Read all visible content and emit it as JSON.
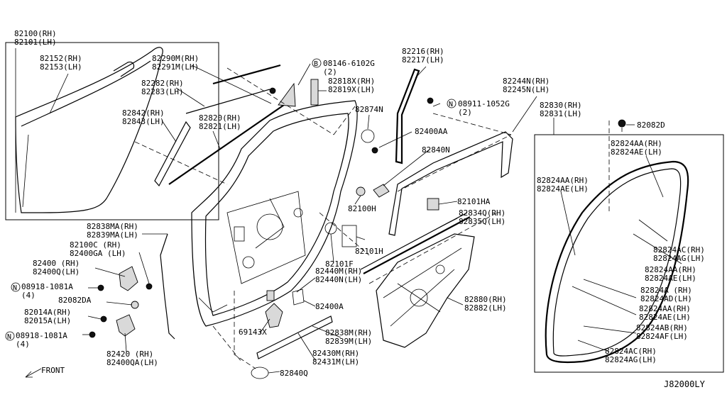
{
  "diagram_code": "J82000LY",
  "front_label": "FRONT",
  "labels": [
    {
      "id": "door-panel",
      "lines": [
        "82100(RH)",
        "82101(LH)"
      ]
    },
    {
      "id": "door-trim",
      "lines": [
        "82152(RH)",
        "82153(LH)"
      ]
    },
    {
      "id": "outer-moulding",
      "lines": [
        "82290M(RH)",
        "82291M(LH)"
      ]
    },
    {
      "id": "bolt-08146",
      "lines": [
        "08146-6102G",
        "(2)"
      ]
    },
    {
      "id": "sash-cover",
      "lines": [
        "82818X(RH)",
        "82819X(LH)"
      ]
    },
    {
      "id": "weatherstrip-outer",
      "lines": [
        "82282(RH)",
        "82283(LH)"
      ]
    },
    {
      "id": "corner-seal",
      "lines": [
        "82842(RH)",
        "82843(LH)"
      ]
    },
    {
      "id": "glass-run-lower",
      "lines": [
        "82820(RH)",
        "82821(LH)"
      ]
    },
    {
      "id": "grommet-82874n",
      "lines": [
        "82874N"
      ]
    },
    {
      "id": "sash-rear",
      "lines": [
        "82216(RH)",
        "82217(LH)"
      ]
    },
    {
      "id": "nut-08911",
      "lines": [
        "08911-1052G",
        "(2)"
      ]
    },
    {
      "id": "clip-82400aa",
      "lines": [
        "82400AA"
      ]
    },
    {
      "id": "pad-82840n",
      "lines": [
        "82840N"
      ]
    },
    {
      "id": "glass-run",
      "lines": [
        "82244N(RH)",
        "82245N(LH)"
      ]
    },
    {
      "id": "door-weatherstrip",
      "lines": [
        "82830(RH)",
        "82831(LH)"
      ]
    },
    {
      "id": "clip-82082d",
      "lines": [
        "82082D"
      ]
    },
    {
      "id": "ws-clip-1",
      "lines": [
        "82824AA(RH)",
        "82824AE(LH)"
      ]
    },
    {
      "id": "ws-clip-2",
      "lines": [
        "82824AA(RH)",
        "82824AE(LH)"
      ]
    },
    {
      "id": "label-82101ha",
      "lines": [
        "82101HA"
      ]
    },
    {
      "id": "plug-82100h",
      "lines": [
        "82100H"
      ]
    },
    {
      "id": "seal-82834q",
      "lines": [
        "82834Q(RH)",
        "82835Q(LH)"
      ]
    },
    {
      "id": "ws-clip-3",
      "lines": [
        "82824AC(RH)",
        "82824AG(LH)"
      ]
    },
    {
      "id": "ws-clip-4",
      "lines": [
        "82824AA(RH)",
        "82824AE(LH)"
      ]
    },
    {
      "id": "check-link",
      "lines": [
        "82838MA(RH)",
        "82839MA(LH)"
      ]
    },
    {
      "id": "cover-82101h",
      "lines": [
        "82101H"
      ]
    },
    {
      "id": "plug-82101f",
      "lines": [
        "82101F"
      ]
    },
    {
      "id": "hinge-upper-a",
      "lines": [
        "82100C (RH)",
        "82400GA (LH)"
      ]
    },
    {
      "id": "hinge-upper-b",
      "lines": [
        "82400 (RH)",
        "82400Q(LH)"
      ]
    },
    {
      "id": "lock-rod",
      "lines": [
        "82440M(RH)",
        "82440N(LH)"
      ]
    },
    {
      "id": "bolt-08918-a",
      "lines": [
        "08918-1081A",
        "(4)"
      ]
    },
    {
      "id": "ws-clip-5",
      "lines": [
        "82824A (RH)",
        "82824AD(LH)"
      ]
    },
    {
      "id": "regulator",
      "lines": [
        "82880(RH)",
        "82882(LH)"
      ]
    },
    {
      "id": "striker-82082da",
      "lines": [
        "82082DA"
      ]
    },
    {
      "id": "clip-82400a",
      "lines": [
        "82400A"
      ]
    },
    {
      "id": "ws-clip-6",
      "lines": [
        "82824AA(RH)",
        "82824AE(LH)"
      ]
    },
    {
      "id": "hinge-lower-a",
      "lines": [
        "82014A(RH)",
        "82015A(LH)"
      ]
    },
    {
      "id": "bolt-69143x",
      "lines": [
        "69143X"
      ]
    },
    {
      "id": "inner-trim-strip",
      "lines": [
        "82838M(RH)",
        "82839M(LH)"
      ]
    },
    {
      "id": "ws-clip-7",
      "lines": [
        "82824AB(RH)",
        "82824AF(LH)"
      ]
    },
    {
      "id": "bolt-08918-b",
      "lines": [
        "08918-1081A",
        "(4)"
      ]
    },
    {
      "id": "lower-seal",
      "lines": [
        "82430M(RH)",
        "82431M(LH)"
      ]
    },
    {
      "id": "ws-clip-8",
      "lines": [
        "82824AC(RH)",
        "82824AG(LH)"
      ]
    },
    {
      "id": "hinge-lower-b",
      "lines": [
        "82420 (RH)",
        "82400QA(LH)"
      ]
    },
    {
      "id": "plug-82840q",
      "lines": [
        "82840Q"
      ]
    }
  ]
}
